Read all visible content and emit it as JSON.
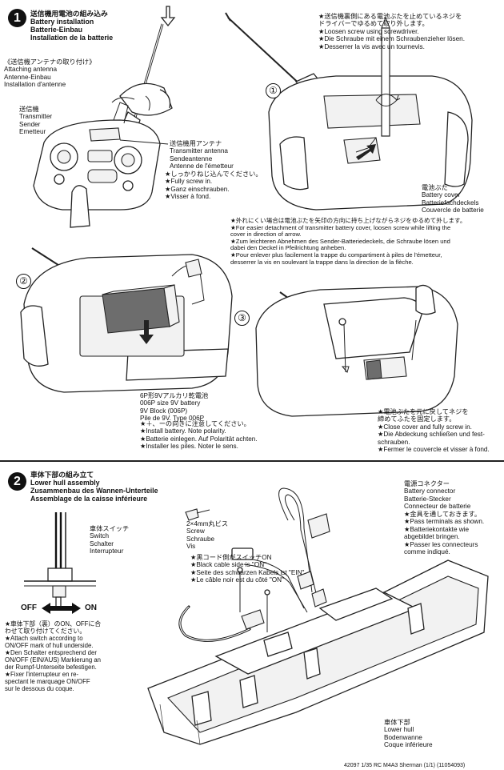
{
  "step1": {
    "number": "1",
    "title_ja": "送信機用電池の組み込み",
    "title_en": "Battery installation",
    "title_de": "Batterie-Einbau",
    "title_fr": "Installation de la batterie",
    "antenna_heading": "《送信機アンテナの取り付け》\nAttaching antenna\nAntenne-Einbau\nInstallation d'antenne",
    "transmitter_label": "送信機\nTransmitter\nSender\nEmetteur",
    "antenna_label": "送信機用アンテナ\nTransmitter antenna\nSendeantenne\nAntenne de l'émetteur",
    "antenna_note": "★しっかりねじ込んでください。\n★Fully screw in.\n★Ganz einschrauben.\n★Visser à fond.",
    "loosen_screw_note": "★送信機裏側にある電池ぶたを止めているネジを\n  ドライバーでゆるめて取り外します。\n★Loosen screw using screwdriver.\n★Die Schraube mit einem Schraubenzieher lösen.\n★Desserrer la vis avec un tournevis.",
    "battery_cover_label": "電池ぶた\nBattery cover\nBatteriefachdeckels\nCouvercle de batterie",
    "detach_note": "★外れにくい場合は電池ぶたを矢印の方向に持ち上げながらネジをゆるめて外します。\n★For easier detachment of transmitter battery cover, loosen screw while lifting the\ncover in direction of arrow.\n★Zum leichteren Abnehmen des Sender-Batteriedeckels, die Schraube lösen und\ndabei den Deckel in Pfeilrichtung anheben.\n★Pour enlever plus facilement la trappe du compartiment à piles de l'émetteur,\ndesserrer la vis en soulevant la trappe dans la direction de la flèche.",
    "battery_label": "6P形9Vアルカリ乾電池\n006P size 9V battery\n9V Block (006P)\nPile de 9V. Type 006P",
    "battery_note": "★＋、ーの向きに注意してください。\n★Install battery. Note polarity.\n★Batterie einlegen. Auf Polarität achten.\n★Installer les piles. Noter le sens.",
    "close_note": "★電池ぶたを元に戻してネジを\n  締めてふたを固定します。\n★Close cover and fully screw in.\n★Die Abdeckung schließen und fest-\n  schrauben.\n★Fermer le couvercle et visser à fond.",
    "substeps": [
      "①",
      "②",
      "③"
    ]
  },
  "step2": {
    "number": "2",
    "title_ja": "車体下部の組み立て",
    "title_en": "Lower hull assembly",
    "title_de": "Zusammenbau des Wannen-Unterteile",
    "title_fr": "Assemblage de la caisse inférieure",
    "switch_label": "車体スイッチ\nSwitch\nSchalter\nInterrupteur",
    "off_label": "OFF",
    "on_label": "ON",
    "onoff_note": "★車体下部（裏）のON、OFFに合\n  わせて取り付けてください。\n★Attach switch according to\nON/OFF mark of hull underside.\n★Den Schalter entsprechend der\nON/OFF (EIN/AUS) Markierung an\nder Rumpf-Unterseite befestigen.\n★Fixer l'interrupteur en re-\nspectant le marquage ON/OFF\nsur le dessous du coque.",
    "screw_label": "2×4mm丸ビス\nScrew\nSchraube\nVis",
    "black_cable_note": "★黒コード側がスイッチON\n★Black cable side is \"ON\"\n★Seite des schwarzen Kabels ist \"EIN\"\n★Le câble noir est du côté \"ON\"",
    "connector_label": "電源コネクター\nBattery connector\nBatterie-Stecker\nConnecteur de batterie",
    "connector_note": "★金具を通しておきます。\n★Pass terminals as shown.\n★Batteriekontakte wie\nabgebildet bringen.\n★Passer les connecteurs\ncomme indiqué.",
    "hull_label": "車体下部\nLower hull\nBodenwanne\nCoque inférieure"
  },
  "footer": "42097 1/35 RC M4A3 Sherman (1/1) (11054093)"
}
